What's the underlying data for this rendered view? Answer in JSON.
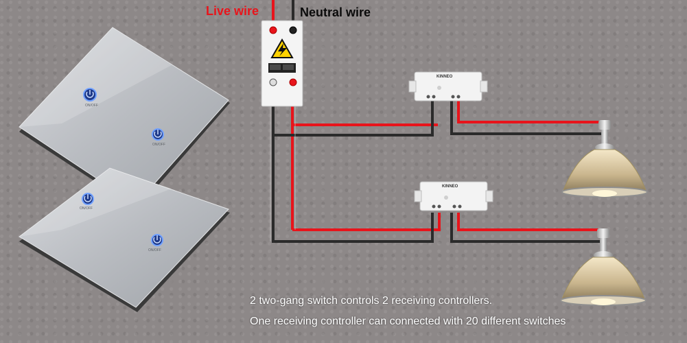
{
  "labels": {
    "live_wire": "Live wire",
    "neutral_wire": "Neutral wire"
  },
  "switch_button_label": "ON/OFF",
  "controller_brand": "KINNEO",
  "captions": [
    "2 two-gang switch controls 2 receiving controllers.",
    "One receiving controller can connected with 20 different switches"
  ],
  "colors": {
    "live": "#e8141b",
    "neutral": "#2b2b2b",
    "background": "#8d8888",
    "panel": "#bcbfc4",
    "button_glow": "#2d6cff"
  },
  "icons": [
    "power-icon",
    "high-voltage-warning-icon",
    "pendant-lamp-icon"
  ]
}
